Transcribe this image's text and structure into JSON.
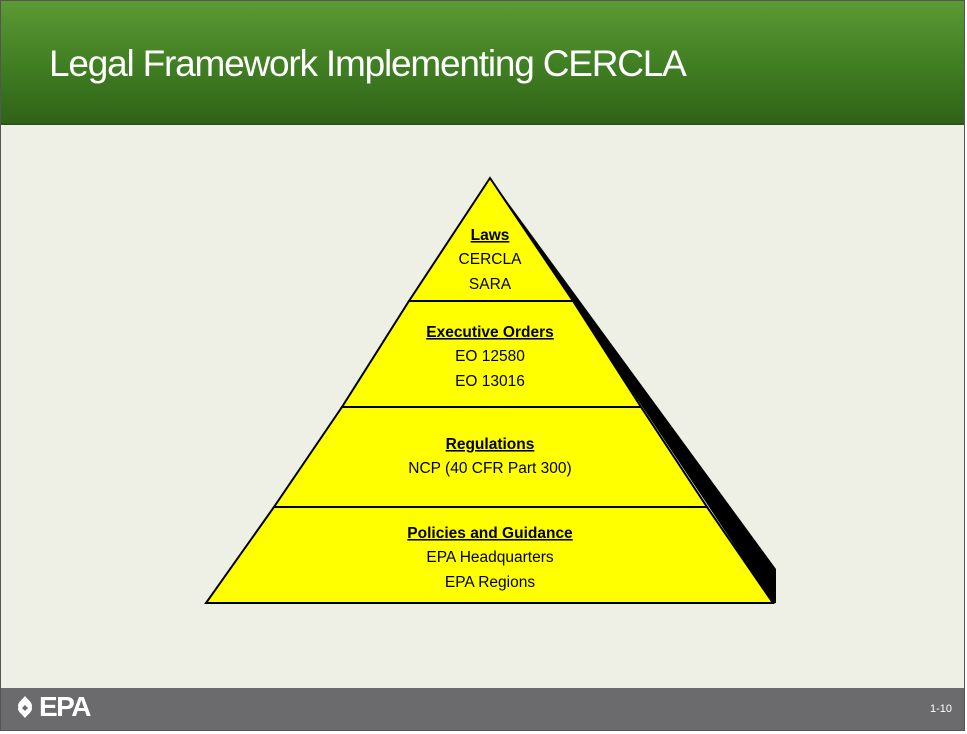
{
  "slide": {
    "title": "Legal Framework Implementing CERCLA",
    "page_number": "1-10",
    "logo_text": "EPA"
  },
  "colors": {
    "title_bar": "#3f7d22",
    "background": "#eef0e6",
    "pyramid_fill": "#ffff00",
    "pyramid_shadow": "#000000",
    "footer": "#6b6b6d"
  },
  "pyramid": {
    "tiers": [
      {
        "heading": "Laws",
        "lines": [
          "CERCLA",
          "SARA"
        ]
      },
      {
        "heading": "Executive Orders",
        "lines": [
          "EO 12580",
          "EO 13016"
        ]
      },
      {
        "heading": "Regulations",
        "lines": [
          "NCP (40 CFR Part 300)"
        ]
      },
      {
        "heading": "Policies and Guidance",
        "lines": [
          "EPA Headquarters",
          "EPA Regions"
        ]
      }
    ]
  }
}
